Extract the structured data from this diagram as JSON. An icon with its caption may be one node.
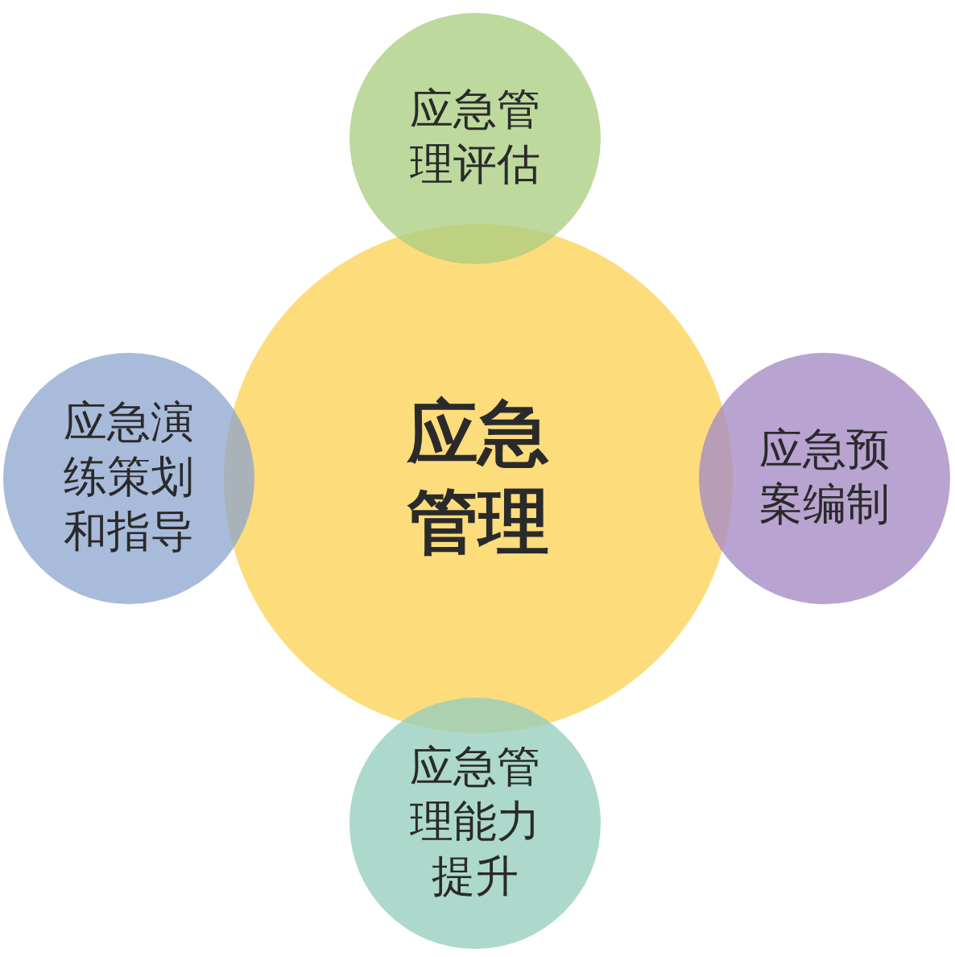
{
  "diagram": {
    "nodes": [
      {
        "text": [
          "应急管理评估"
        ]
      },
      {
        "text": [
          "应急演练策划和指导"
        ]
      },
      {
        "text": [
          "应急管理"
        ]
      },
      {
        "text": [
          "应急预案编制"
        ]
      },
      {
        "text": [
          "应急管理能力提升"
        ]
      }
    ]
  }
}
